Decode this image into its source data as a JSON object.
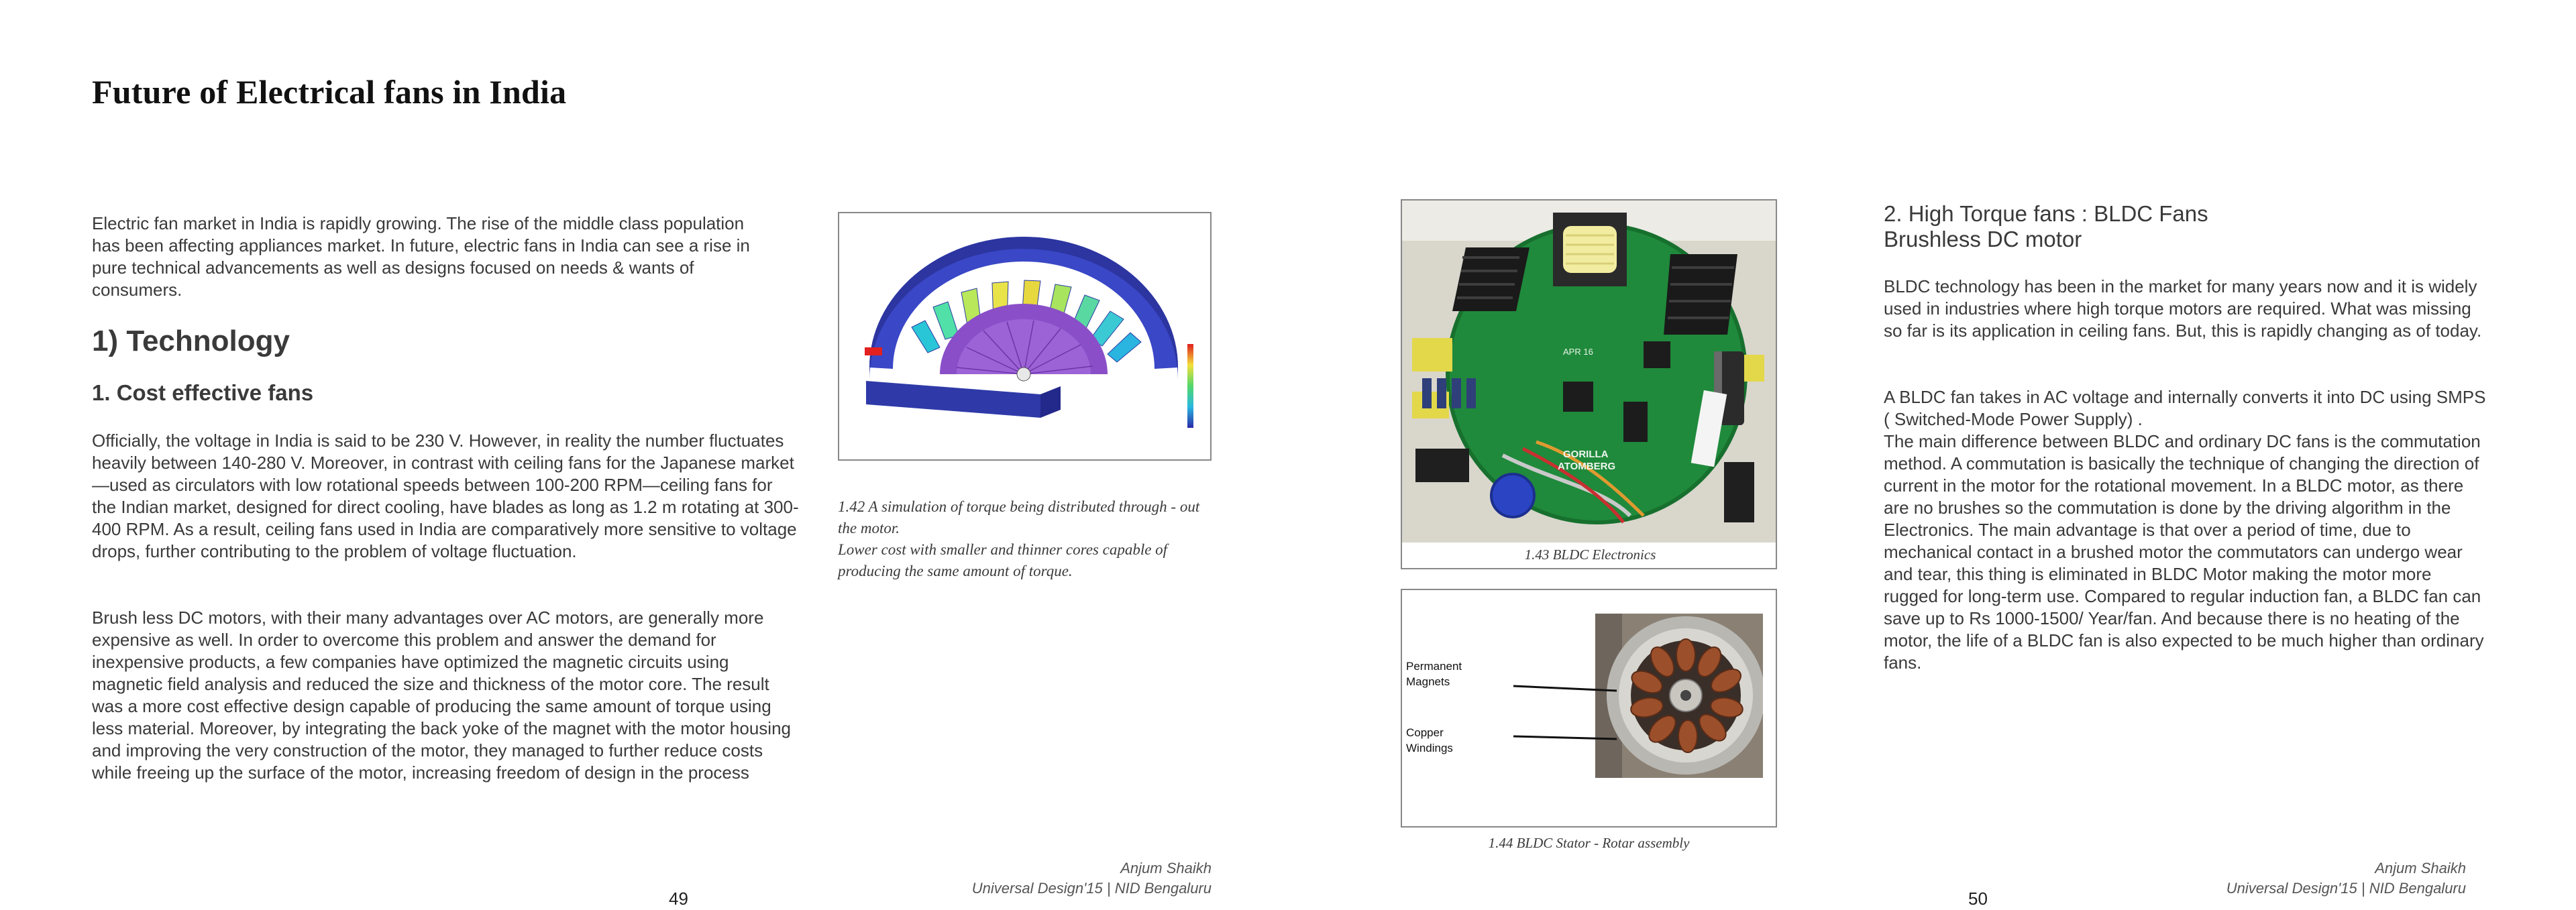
{
  "left_page": {
    "title": "Future of  Electrical fans in India",
    "intro": "Electric fan market in India is rapidly growing. The rise of the middle class population has been affecting appliances market. In future, electric fans in India can see a rise in pure technical advancements as well as designs focused on needs & wants of consumers.",
    "section_heading": "1) Technology",
    "subsection_heading": "1. Cost effective fans",
    "paragraph_1": "Officially, the voltage in India is said to be 230 V. However, in reality the number fluctuates heavily between 140-280 V. Moreover, in contrast with ceiling fans for the Japanese market—used as circulators with low rotational speeds between 100-200 RPM—ceiling fans for the Indian market, designed for direct cooling, have blades as long as 1.2 m rotating at 300-400 RPM. As a result, ceiling fans used in India are comparatively more sensitive to voltage drops, further contributing to the problem of voltage fluctuation.",
    "paragraph_2": "Brush less DC motors, with their many advantages over AC motors, are generally more expensive as well. In order to overcome this problem and answer the demand for inexpensive products, a few companies have optimized the magnetic circuits using magnetic field analysis and reduced the size and thickness of the motor core. The result was a more cost effective design capable of producing the same amount of torque using less material. Moreover, by integrating the back yoke of the magnet with the motor housing and improving the very construction of the motor, they managed to further reduce costs while freeing up the surface of the motor, increasing freedom of design in the process",
    "figure_caption": "1.42 A simulation of torque being distributed through - out the motor.\nLower cost with smaller and thinner cores capable of producing the same amount of torque.",
    "footer_author": "Anjum Shaikh",
    "footer_institution": "Universal Design'15 | NID Bengaluru",
    "page_number": "49"
  },
  "right_page": {
    "fig_electronics_caption": "1.43 BLDC Electronics",
    "pcb_label_1": "APR 16",
    "pcb_label_2": "GORILLA",
    "pcb_label_3": "ATOMBERG",
    "stator_label_magnets": "Permanent\nMagnets",
    "stator_label_windings": "Copper\nWindings",
    "fig_stator_caption": "1.44 BLDC Stator - Rotar assembly",
    "heading_line_1": "2. High Torque fans : BLDC Fans",
    "heading_line_2": "Brushless DC motor",
    "paragraph_1": "BLDC technology has been in the market for many years now and it is widely used in industries where high torque motors are required. What was missing so far is its application in ceiling fans. But, this is rapidly changing as of today.",
    "paragraph_2": "A BLDC fan takes in AC voltage and internally converts it into DC using SMPS ( Switched-Mode Power Supply) .\nThe main difference between BLDC and ordinary DC fans is the commutation method. A commutation is basically the technique of changing the direction of current in the motor for the rotational movement. In a BLDC motor, as there are no brushes so the commutation is done by the driving algorithm in the Electronics. The main advantage is that over a period of time, due to mechanical contact in a brushed motor the commutators can undergo wear and tear, this thing is eliminated in BLDC Motor making the motor more rugged for long-term use. Compared to regular induction fan, a BLDC fan can save up to Rs 1000-1500/ Year/fan. And because there is no heating of the motor, the life of a BLDC fan is also expected to be much higher than ordinary fans.",
    "footer_author": "Anjum Shaikh",
    "footer_institution": "Universal Design'15 | NID Bengaluru",
    "page_number": "50"
  }
}
